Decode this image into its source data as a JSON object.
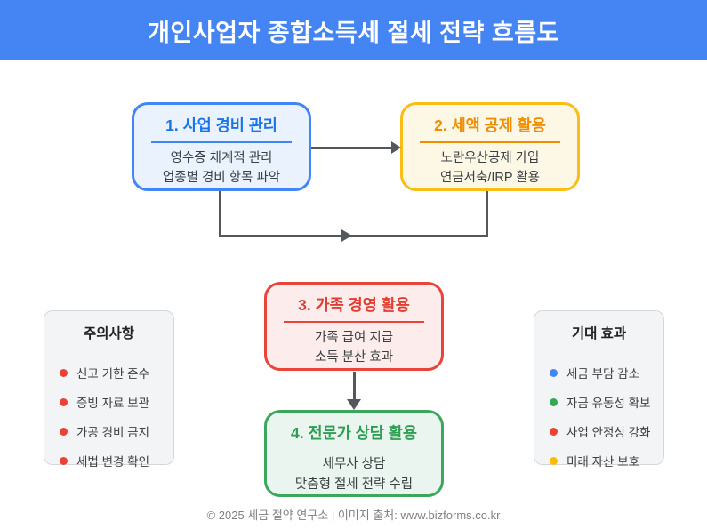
{
  "header": {
    "title": "개인사업자 종합소득세 절세 전략 흐름도",
    "bg_color": "#4484f3"
  },
  "flow_boxes": [
    {
      "title": "1. 사업 경비 관리",
      "lines": [
        "영수증 체계적 관리",
        "업종별 경비 항목 파악"
      ],
      "border_color": "#4285f4",
      "bg_color": "#eaf2fe",
      "title_color": "#1a73e8"
    },
    {
      "title": "2. 세액 공제 활용",
      "lines": [
        "노란우산공제 가입",
        "연금저축/IRP 활용"
      ],
      "border_color": "#f9bd16",
      "bg_color": "#fdf7e6",
      "title_color": "#ef8e00"
    },
    {
      "title": "3. 가족 경영 활용",
      "lines": [
        "가족 급여 지급",
        "소득 분산 효과"
      ],
      "border_color": "#e8443a",
      "bg_color": "#fcedec",
      "title_color": "#e23d33"
    },
    {
      "title": "4. 전문가 상담 활용",
      "lines": [
        "세무사 상담",
        "맞춤형 절세 전략 수립"
      ],
      "border_color": "#3aa75d",
      "bg_color": "#e9f5ee",
      "title_color": "#2e9e52"
    }
  ],
  "panels": {
    "cautions": {
      "title": "주의사항",
      "items": [
        {
          "label": "신고 기한 준수",
          "dot_color": "#ea4335"
        },
        {
          "label": "증빙 자료 보관",
          "dot_color": "#ea4335"
        },
        {
          "label": "가공 경비 금지",
          "dot_color": "#ea4335"
        },
        {
          "label": "세법 변경 확인",
          "dot_color": "#ea4335"
        }
      ]
    },
    "benefits": {
      "title": "기대 효과",
      "items": [
        {
          "label": "세금 부담 감소",
          "dot_color": "#4285f4"
        },
        {
          "label": "자금 유동성 확보",
          "dot_color": "#34a853"
        },
        {
          "label": "사업 안정성 강화",
          "dot_color": "#ea4335"
        },
        {
          "label": "미래 자산 보호",
          "dot_color": "#fbbc04"
        }
      ]
    }
  },
  "footer": {
    "text": "© 2025 세금 절약 연구소 | 이미지 출처: www.bizforms.co.kr"
  }
}
